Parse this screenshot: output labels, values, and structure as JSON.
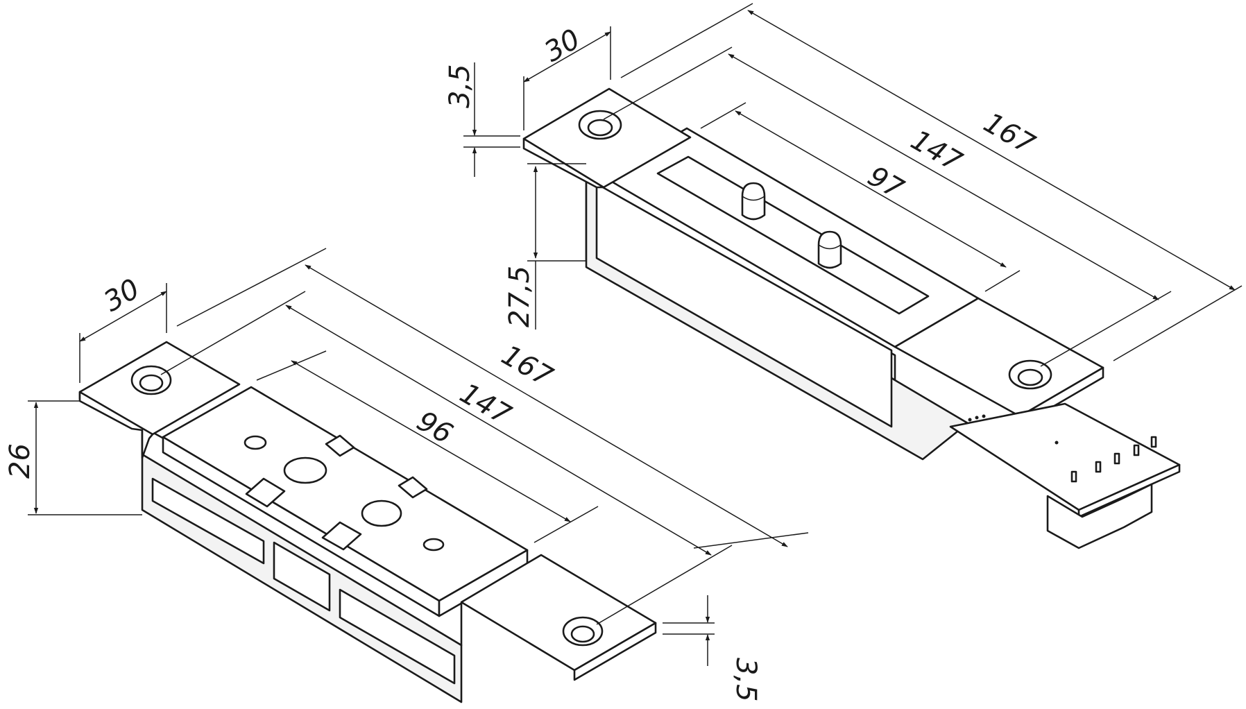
{
  "left_view": {
    "dimensions": {
      "width": "30",
      "overall_length": "167",
      "hole_spacing": "147",
      "plate_length": "96",
      "height": "26",
      "plate_thickness": "3,5"
    }
  },
  "right_view": {
    "dimensions": {
      "width": "30",
      "overall_length": "167",
      "hole_spacing": "147",
      "inner_length": "97",
      "height": "27,5",
      "plate_thickness": "3,5"
    }
  },
  "colors": {
    "line": "#1a1a1a",
    "background": "#ffffff"
  }
}
